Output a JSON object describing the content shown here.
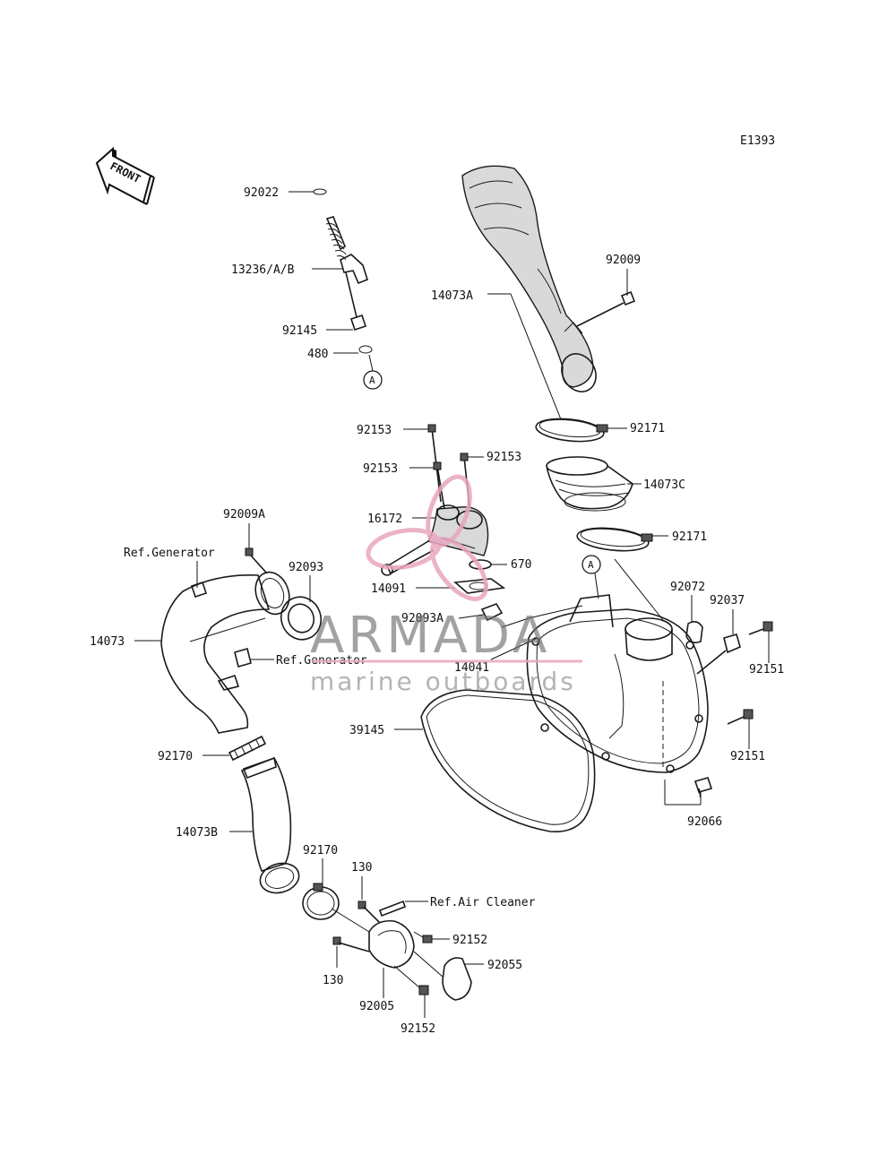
{
  "diagram_code": "E1393",
  "front_label": "FRONT",
  "ref_marker": "A",
  "watermark": {
    "title": "ARMADA",
    "subtitle": "marine outboards",
    "accent_color": "#e8a5bf",
    "text_color": "#6e6e6e"
  },
  "labels": {
    "p92022": "92022",
    "p13236": "13236/A/B",
    "p92145": "92145",
    "p480": "480",
    "p92009": "92009",
    "p14073A": "14073A",
    "p92153a": "92153",
    "p92153b": "92153",
    "p92153c": "92153",
    "p92171a": "92171",
    "p14073C": "14073C",
    "p92171b": "92171",
    "p92009A": "92009A",
    "refGen1": "Ref.Generator",
    "p92093": "92093",
    "p16172": "16172",
    "p670": "670",
    "p14091": "14091",
    "p92093A": "92093A",
    "p14073": "14073",
    "refGen2": "Ref.Generator",
    "p14041": "14041",
    "p92072": "92072",
    "p92037": "92037",
    "p92151a": "92151",
    "p39145": "39145",
    "p92151b": "92151",
    "p92170a": "92170",
    "p92066": "92066",
    "p14073B": "14073B",
    "p92170b": "92170",
    "p130a": "130",
    "refAir": "Ref.Air Cleaner",
    "p92152a": "92152",
    "p92055": "92055",
    "p130b": "130",
    "p92005": "92005",
    "p92152b": "92152"
  }
}
